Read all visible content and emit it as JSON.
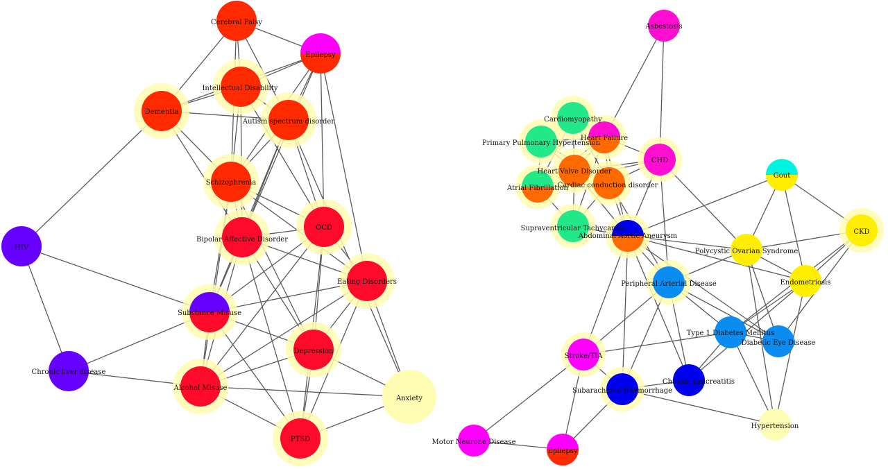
{
  "colors": {
    "neuro_red": "#ff0a2a",
    "neuro_orange_red": "#ff2a00",
    "epilepsy_magenta": "#ff00ff",
    "purple": "#6600ff",
    "teal": "#22e88a",
    "orange": "#ff6a00",
    "pink": "#ff0dd0",
    "blue": "#0000ee",
    "sky_blue": "#0a8cf0",
    "yellow": "#ffee00",
    "cyan": "#00f5e0",
    "pale": "#fffcb4",
    "halo": "#fffcb0",
    "edge": "#5a5a5a"
  },
  "nodes": [
    {
      "id": "cerebral_palsy",
      "label": "Cerebral Palsy",
      "color": "#ff2a00",
      "halo": false,
      "size": "lg"
    },
    {
      "id": "epilepsy_left",
      "label": "Epilepsy",
      "color": "#ff00ff",
      "color2": "#ff2a00",
      "halo": false,
      "size": "lg"
    },
    {
      "id": "intellectual_disability",
      "label": "Intellectual Disability",
      "color": "#ff2a00",
      "halo": true,
      "size": "lg"
    },
    {
      "id": "dementia",
      "label": "Dementia",
      "color": "#ff2a00",
      "halo": true,
      "size": "lg"
    },
    {
      "id": "autism",
      "label": "Autism spectrum disorder",
      "color": "#ff2a00",
      "halo": true,
      "size": "lg"
    },
    {
      "id": "schizophrenia",
      "label": "Schizophrenia",
      "color": "#ff2a00",
      "halo": true,
      "size": "lg"
    },
    {
      "id": "ocd",
      "label": "OCD",
      "color": "#ff0a2a",
      "halo": true,
      "size": "lg"
    },
    {
      "id": "bipolar",
      "label": "Bipolar Affective Disorder",
      "color": "#ff0a2a",
      "halo": true,
      "size": "lg"
    },
    {
      "id": "eating_disorders",
      "label": "Eating Disorders",
      "color": "#ff0a2a",
      "halo": true,
      "size": "lg"
    },
    {
      "id": "hiv",
      "label": "HIV",
      "color": "#6600ff",
      "halo": false,
      "size": "lg"
    },
    {
      "id": "substance_misuse",
      "label": "Substance Misuse",
      "color": "#6600ff",
      "color2": "#ff0a2a",
      "halo": true,
      "size": "lg"
    },
    {
      "id": "depression",
      "label": "Depression",
      "color": "#ff0a2a",
      "halo": true,
      "size": "lg"
    },
    {
      "id": "chronic_liver",
      "label": "Chronic liver disease",
      "color": "#6600ff",
      "halo": false,
      "size": "lg"
    },
    {
      "id": "alcohol_misuse",
      "label": "Alcohol Misuse",
      "color": "#ff0a2a",
      "halo": true,
      "size": "lg"
    },
    {
      "id": "anxiety",
      "label": "Anxiety",
      "color": "#fffcb4",
      "halo": false,
      "size": "xl"
    },
    {
      "id": "ptsd",
      "label": "PTSD",
      "color": "#ff0a2a",
      "halo": true,
      "size": "lg"
    },
    {
      "id": "asbestosis",
      "label": "Asbestosis",
      "color": "#ff0dd0",
      "halo": false,
      "size": "md"
    },
    {
      "id": "cardiomyopathy",
      "label": "Cardiomyopathy",
      "color": "#22e88a",
      "halo": true,
      "size": "md"
    },
    {
      "id": "heart_failure",
      "label": "Heart Failure",
      "color": "#ff0dd0",
      "color2": "#ff6a00",
      "halo": true,
      "size": "md"
    },
    {
      "id": "primary_pulmonary_hypertension",
      "label": "Primary Pulmonary Hypertension",
      "color": "#22e88a",
      "halo": true,
      "size": "md"
    },
    {
      "id": "chd",
      "label": "CHD",
      "color": "#ff0dd0",
      "halo": true,
      "size": "md"
    },
    {
      "id": "heart_valve_disorder",
      "label": "Heart Valve Disorder",
      "color": "#ff6a00",
      "halo": true,
      "size": "md"
    },
    {
      "id": "gout",
      "label": "Gout",
      "color": "#00f5e0",
      "color2": "#ffee00",
      "halo": false,
      "size": "md"
    },
    {
      "id": "atrial_fibrillation",
      "label": "Atrial Fibrillation",
      "color": "#22e88a",
      "color2": "#ff6a00",
      "halo": true,
      "size": "md"
    },
    {
      "id": "conduction_disorder",
      "label": "Cardiac conduction disorder",
      "color": "#ff6a00",
      "halo": true,
      "size": "md"
    },
    {
      "id": "ckd",
      "label": "CKD",
      "color": "#ffee00",
      "halo": true,
      "size": "md"
    },
    {
      "id": "svt",
      "label": "Supraventricular Tachycardia",
      "color": "#22e88a",
      "halo": true,
      "size": "md"
    },
    {
      "id": "aaa",
      "label": "Abdominal Aortic Aneurysm",
      "color": "#0000ee",
      "color2": "#ff6a00",
      "halo": true,
      "size": "md"
    },
    {
      "id": "pcos",
      "label": "Polycystic Ovarian Syndrome",
      "color": "#ffee00",
      "halo": false,
      "size": "md"
    },
    {
      "id": "pad",
      "label": "Peripheral Arterial Disease",
      "color": "#0a8cf0",
      "halo": true,
      "size": "md"
    },
    {
      "id": "endometriosis",
      "label": "Endometriosis",
      "color": "#ffee00",
      "halo": false,
      "size": "md"
    },
    {
      "id": "t1dm",
      "label": "Type 1 Diabetes Mellitus",
      "color": "#0a8cf0",
      "halo": false,
      "size": "md"
    },
    {
      "id": "diabetic_eye",
      "label": "Diabetic Eye Disease",
      "color": "#0a8cf0",
      "halo": false,
      "size": "md"
    },
    {
      "id": "stroke_tia",
      "label": "Stroke/TIA",
      "color": "#ff00ff",
      "halo": true,
      "size": "md"
    },
    {
      "id": "chronic_pancreatitis",
      "label": "Chronic pancreatitis",
      "color": "#0000ee",
      "halo": false,
      "size": "md"
    },
    {
      "id": "sah",
      "label": "Subarachnoid Haemorrhage",
      "color": "#0000ee",
      "halo": true,
      "size": "md"
    },
    {
      "id": "hypertension",
      "label": "Hypertension",
      "color": "#fffcb4",
      "halo": false,
      "size": "md"
    },
    {
      "id": "mnd",
      "label": "Motor Neurone Disease",
      "color": "#ff00ff",
      "halo": false,
      "size": "md"
    },
    {
      "id": "epilepsy_right",
      "label": "Epilepsy",
      "color": "#ff00ff",
      "color2": "#ff2a00",
      "halo": false,
      "size": "md"
    }
  ],
  "edges": [
    [
      "cerebral_palsy",
      "epilepsy_left"
    ],
    [
      "cerebral_palsy",
      "intellectual_disability"
    ],
    [
      "cerebral_palsy",
      "dementia"
    ],
    [
      "cerebral_palsy",
      "autism"
    ],
    [
      "cerebral_palsy",
      "schizophrenia"
    ],
    [
      "epilepsy_left",
      "intellectual_disability"
    ],
    [
      "epilepsy_left",
      "dementia"
    ],
    [
      "epilepsy_left",
      "autism"
    ],
    [
      "epilepsy_left",
      "schizophrenia"
    ],
    [
      "epilepsy_left",
      "ocd"
    ],
    [
      "epilepsy_left",
      "eating_disorders"
    ],
    [
      "epilepsy_left",
      "bipolar"
    ],
    [
      "intellectual_disability",
      "dementia"
    ],
    [
      "intellectual_disability",
      "autism"
    ],
    [
      "intellectual_disability",
      "schizophrenia"
    ],
    [
      "intellectual_disability",
      "bipolar"
    ],
    [
      "intellectual_disability",
      "ocd"
    ],
    [
      "dementia",
      "autism"
    ],
    [
      "dementia",
      "schizophrenia"
    ],
    [
      "dementia",
      "bipolar"
    ],
    [
      "dementia",
      "hiv"
    ],
    [
      "autism",
      "schizophrenia"
    ],
    [
      "autism",
      "bipolar"
    ],
    [
      "autism",
      "ocd"
    ],
    [
      "autism",
      "substance_misuse"
    ],
    [
      "schizophrenia",
      "bipolar"
    ],
    [
      "schizophrenia",
      "ocd"
    ],
    [
      "schizophrenia",
      "eating_disorders"
    ],
    [
      "schizophrenia",
      "substance_misuse"
    ],
    [
      "schizophrenia",
      "alcohol_misuse"
    ],
    [
      "schizophrenia",
      "depression"
    ],
    [
      "bipolar",
      "ocd"
    ],
    [
      "bipolar",
      "eating_disorders"
    ],
    [
      "bipolar",
      "substance_misuse"
    ],
    [
      "bipolar",
      "depression"
    ],
    [
      "bipolar",
      "alcohol_misuse"
    ],
    [
      "bipolar",
      "ptsd"
    ],
    [
      "ocd",
      "eating_disorders"
    ],
    [
      "ocd",
      "substance_misuse"
    ],
    [
      "ocd",
      "depression"
    ],
    [
      "ocd",
      "alcohol_misuse"
    ],
    [
      "ocd",
      "ptsd"
    ],
    [
      "eating_disorders",
      "substance_misuse"
    ],
    [
      "eating_disorders",
      "depression"
    ],
    [
      "eating_disorders",
      "alcohol_misuse"
    ],
    [
      "eating_disorders",
      "anxiety"
    ],
    [
      "eating_disorders",
      "ptsd"
    ],
    [
      "hiv",
      "substance_misuse"
    ],
    [
      "hiv",
      "chronic_liver"
    ],
    [
      "substance_misuse",
      "depression"
    ],
    [
      "substance_misuse",
      "alcohol_misuse"
    ],
    [
      "substance_misuse",
      "chronic_liver"
    ],
    [
      "substance_misuse",
      "ptsd"
    ],
    [
      "depression",
      "alcohol_misuse"
    ],
    [
      "depression",
      "anxiety"
    ],
    [
      "depression",
      "ptsd"
    ],
    [
      "chronic_liver",
      "alcohol_misuse"
    ],
    [
      "alcohol_misuse",
      "anxiety"
    ],
    [
      "alcohol_misuse",
      "ptsd"
    ],
    [
      "anxiety",
      "ptsd"
    ],
    [
      "autism",
      "anxiety"
    ],
    [
      "asbestosis",
      "heart_failure"
    ],
    [
      "asbestosis",
      "chd"
    ],
    [
      "cardiomyopathy",
      "heart_failure"
    ],
    [
      "cardiomyopathy",
      "primary_pulmonary_hypertension"
    ],
    [
      "cardiomyopathy",
      "heart_valve_disorder"
    ],
    [
      "cardiomyopathy",
      "atrial_fibrillation"
    ],
    [
      "cardiomyopathy",
      "conduction_disorder"
    ],
    [
      "heart_failure",
      "primary_pulmonary_hypertension"
    ],
    [
      "heart_failure",
      "chd"
    ],
    [
      "heart_failure",
      "heart_valve_disorder"
    ],
    [
      "heart_failure",
      "atrial_fibrillation"
    ],
    [
      "heart_failure",
      "conduction_disorder"
    ],
    [
      "heart_failure",
      "svt"
    ],
    [
      "heart_failure",
      "aaa"
    ],
    [
      "primary_pulmonary_hypertension",
      "heart_valve_disorder"
    ],
    [
      "primary_pulmonary_hypertension",
      "atrial_fibrillation"
    ],
    [
      "primary_pulmonary_hypertension",
      "conduction_disorder"
    ],
    [
      "chd",
      "heart_valve_disorder"
    ],
    [
      "chd",
      "conduction_disorder"
    ],
    [
      "chd",
      "aaa"
    ],
    [
      "chd",
      "pad"
    ],
    [
      "chd",
      "pcos"
    ],
    [
      "chd",
      "atrial_fibrillation"
    ],
    [
      "heart_valve_disorder",
      "atrial_fibrillation"
    ],
    [
      "heart_valve_disorder",
      "conduction_disorder"
    ],
    [
      "heart_valve_disorder",
      "svt"
    ],
    [
      "heart_valve_disorder",
      "aaa"
    ],
    [
      "atrial_fibrillation",
      "conduction_disorder"
    ],
    [
      "atrial_fibrillation",
      "svt"
    ],
    [
      "conduction_disorder",
      "svt"
    ],
    [
      "conduction_disorder",
      "aaa"
    ],
    [
      "conduction_disorder",
      "pad"
    ],
    [
      "svt",
      "aaa"
    ],
    [
      "gout",
      "pcos"
    ],
    [
      "gout",
      "endometriosis"
    ],
    [
      "gout",
      "ckd"
    ],
    [
      "gout",
      "aaa"
    ],
    [
      "ckd",
      "pcos"
    ],
    [
      "ckd",
      "endometriosis"
    ],
    [
      "ckd",
      "t1dm"
    ],
    [
      "ckd",
      "diabetic_eye"
    ],
    [
      "aaa",
      "pcos"
    ],
    [
      "aaa",
      "pad"
    ],
    [
      "aaa",
      "endometriosis"
    ],
    [
      "aaa",
      "stroke_tia"
    ],
    [
      "aaa",
      "sah"
    ],
    [
      "aaa",
      "chronic_pancreatitis"
    ],
    [
      "aaa",
      "diabetic_eye"
    ],
    [
      "pcos",
      "endometriosis"
    ],
    [
      "pcos",
      "pad"
    ],
    [
      "pcos",
      "diabetic_eye"
    ],
    [
      "pcos",
      "hypertension"
    ],
    [
      "pad",
      "t1dm"
    ],
    [
      "pad",
      "diabetic_eye"
    ],
    [
      "pad",
      "stroke_tia"
    ],
    [
      "pad",
      "sah"
    ],
    [
      "pad",
      "chronic_pancreatitis"
    ],
    [
      "endometriosis",
      "t1dm"
    ],
    [
      "endometriosis",
      "hypertension"
    ],
    [
      "endometriosis",
      "chronic_pancreatitis"
    ],
    [
      "t1dm",
      "diabetic_eye"
    ],
    [
      "t1dm",
      "chronic_pancreatitis"
    ],
    [
      "t1dm",
      "stroke_tia"
    ],
    [
      "t1dm",
      "hypertension"
    ],
    [
      "stroke_tia",
      "sah"
    ],
    [
      "stroke_tia",
      "mnd"
    ],
    [
      "stroke_tia",
      "epilepsy_right"
    ],
    [
      "sah",
      "epilepsy_right"
    ],
    [
      "sah",
      "hypertension"
    ],
    [
      "sah",
      "chronic_pancreatitis"
    ],
    [
      "mnd",
      "epilepsy_right"
    ]
  ]
}
